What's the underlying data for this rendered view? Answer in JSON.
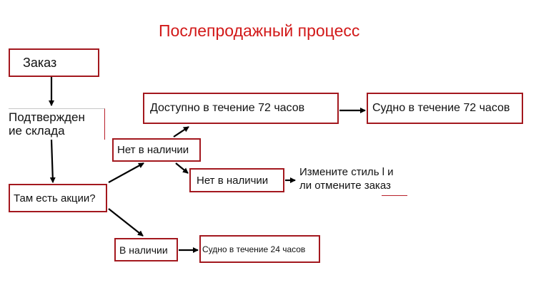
{
  "title": "Послепродажный процесс",
  "nodes": {
    "order": "Заказ",
    "stock_confirm_line1": "Подтвержден",
    "stock_confirm_line2": "ие склада",
    "stock_question": "Там есть акции?",
    "out_of_stock_upper": "Нет в наличии",
    "available_72h": "Доступно в течение 72 часов",
    "ship_72h": "Судно в течение 72 часов",
    "out_of_stock_lower": "Нет в наличии",
    "change_style_line1": "Измените стиль l и",
    "change_style_line2": "ли отмените заказ",
    "in_stock": "В наличии",
    "ship_24h": "Судно в течение 24 часов"
  }
}
